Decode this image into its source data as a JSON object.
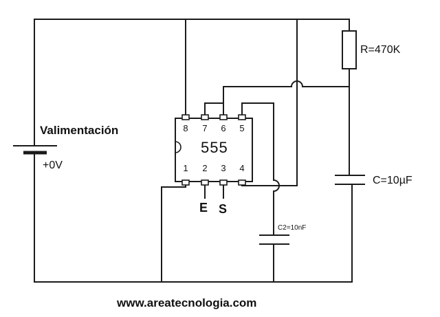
{
  "supply": {
    "label": "Valimentación",
    "ground": "+0V"
  },
  "chip": {
    "name": "555",
    "top_pins": [
      "8",
      "7",
      "6",
      "5"
    ],
    "bottom_pins": [
      "1",
      "2",
      "3",
      "4"
    ]
  },
  "terminals": {
    "input": "E",
    "output": "S"
  },
  "components": {
    "resistor": "R=470K",
    "capacitor": "C=10µF",
    "capacitor2": "C2=10nF"
  },
  "footer": {
    "website": "www.areatecnologia.com"
  },
  "colors": {
    "ink": "#1a1a1a",
    "background": "#ffffff"
  }
}
